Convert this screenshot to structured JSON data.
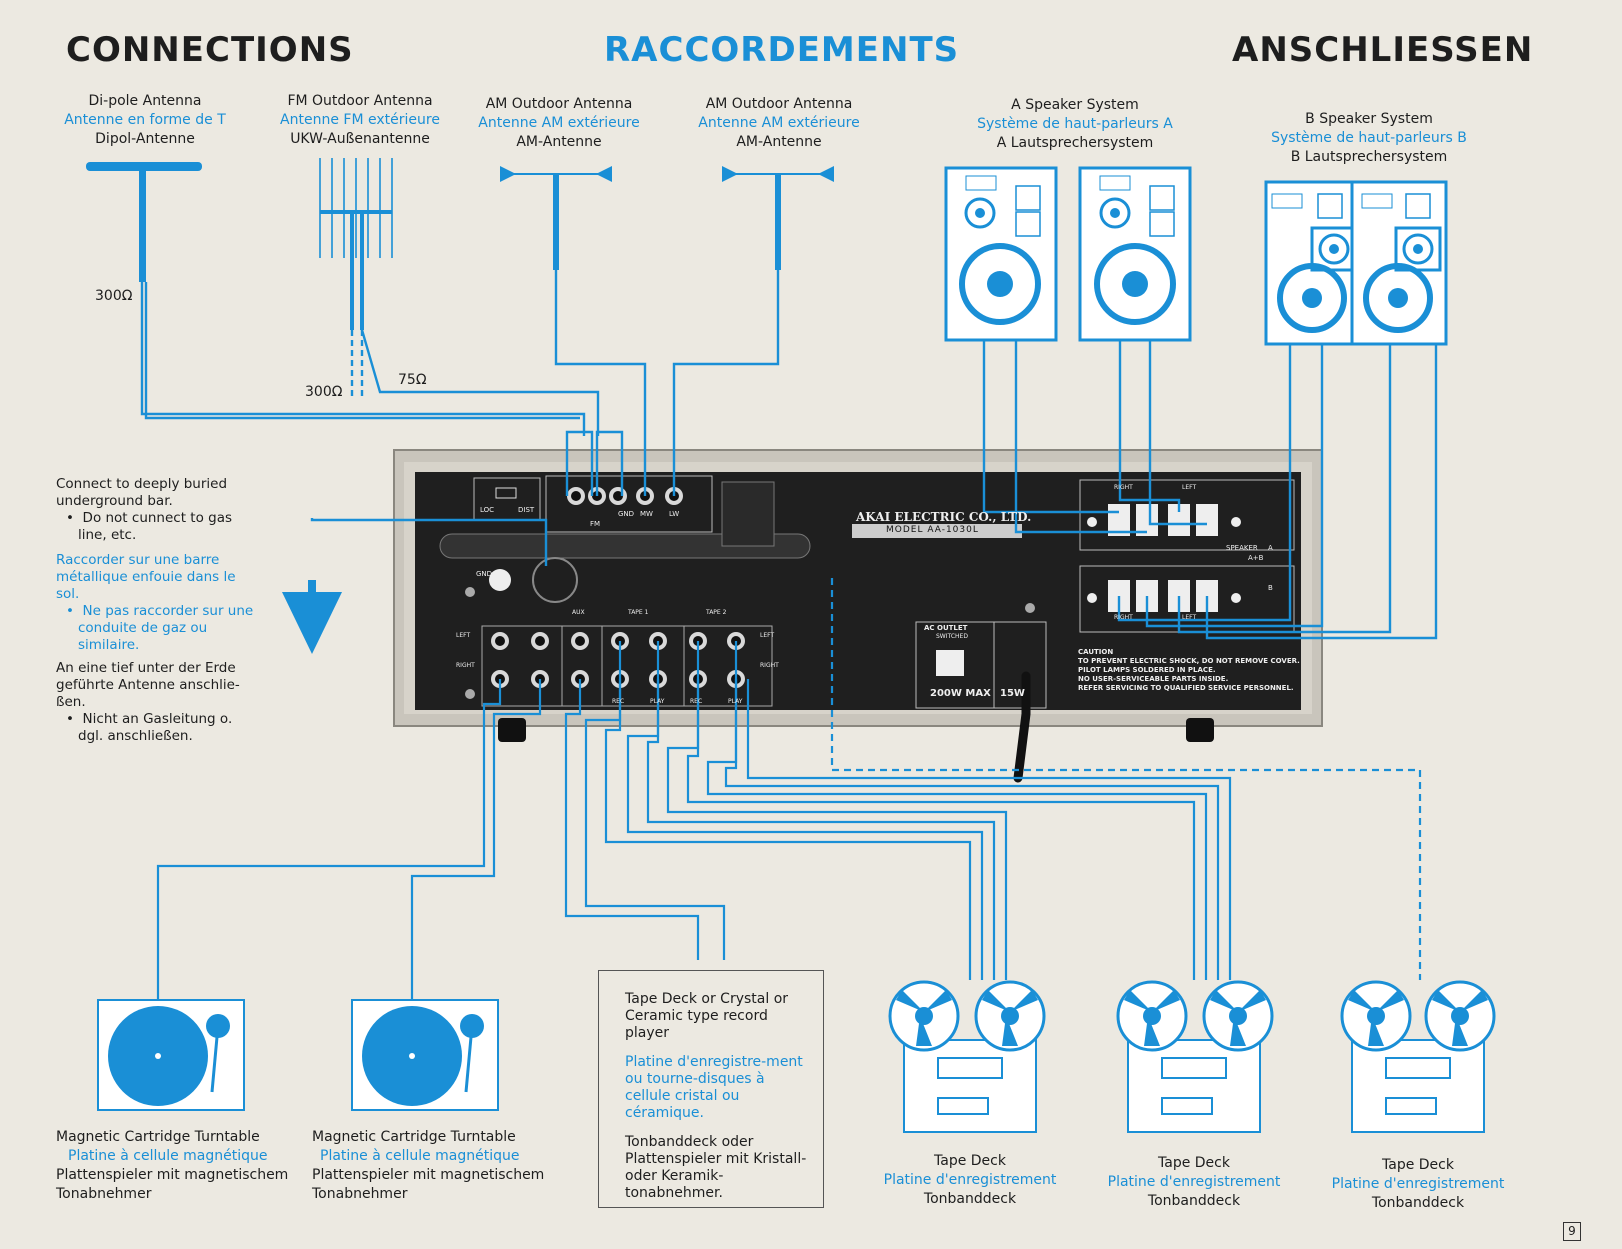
{
  "headings": {
    "en": "CONNECTIONS",
    "fr": "RACCORDEMENTS",
    "de": "ANSCHLIESSEN"
  },
  "antennas": {
    "dipole": {
      "en": "Di-pole Antenna",
      "fr": "Antenne en forme de T",
      "de": "Dipol-Antenne",
      "impedance": "300Ω"
    },
    "fm_outdoor": {
      "en": "FM Outdoor Antenna",
      "fr": "Antenne FM extérieure",
      "de": "UKW-Außenantenne",
      "impedance_a": "300Ω",
      "impedance_b": "75Ω"
    },
    "am_outdoor_1": {
      "en": "AM Outdoor Antenna",
      "fr": "Antenne AM extérieure",
      "de": "AM-Antenne"
    },
    "am_outdoor_2": {
      "en": "AM Outdoor Antenna",
      "fr": "Antenne AM extérieure",
      "de": "AM-Antenne"
    }
  },
  "speakers": {
    "a": {
      "en": "A Speaker System",
      "fr": "Système de haut-parleurs A",
      "de": "A Lautsprechersystem"
    },
    "b": {
      "en": "B Speaker System",
      "fr": "Système de haut-parleurs B",
      "de": "B Lautsprechersystem"
    }
  },
  "ground_note": {
    "en": "Connect to deeply buried underground bar.",
    "en_bullet": "Do not cunnect to gas line, etc.",
    "fr": "Raccorder sur une barre métallique enfouie dans le sol.",
    "fr_bullet": "Ne pas raccorder sur une conduite de gaz ou similaire.",
    "de": "An eine tief unter der Erde geführte Antenne anschlie-ßen.",
    "de_bullet": "Nicht an Gasleitung o. dgl. anschließen."
  },
  "panel": {
    "brand": "AKAI ELECTRIC CO., LTD.",
    "model": "MODEL AA-1030L",
    "ac_outlet": "AC OUTLET",
    "switched": "SWITCHED",
    "ac_rating": "200W MAX",
    "ac_rating_2": "15W",
    "caution_title": "CAUTION",
    "caution_lines": [
      "TO PREVENT ELECTRIC SHOCK, DO NOT REMOVE COVER.",
      "PILOT LAMPS SOLDERED IN PLACE.",
      "NO USER-SERVICEABLE PARTS INSIDE.",
      "REFER SERVICING TO QUALIFIED SERVICE PERSONNEL."
    ],
    "loc": "LOC",
    "dist": "DIST",
    "fm": "FM",
    "gnd": "GND",
    "mw": "MW",
    "lw": "LW",
    "left": "LEFT",
    "right": "RIGHT",
    "aux": "AUX",
    "tape1": "TAPE 1",
    "tape2": "TAPE 2",
    "rec": "REC",
    "play": "PLAY",
    "speaker": "SPEAKER",
    "speaker_a": "A",
    "speaker_b": "B",
    "speaker_ab": "A+B"
  },
  "turntables": [
    {
      "en": "Magnetic Cartridge Turntable",
      "fr": "Platine à cellule magnétique",
      "de1": "Plattenspieler mit magnetischem",
      "de2": "Tonabnehmer"
    },
    {
      "en": "Magnetic Cartridge Turntable",
      "fr": "Platine à cellule magnétique",
      "de1": "Plattenspieler mit magnetischem",
      "de2": "Tonabnehmer"
    }
  ],
  "aux_box": {
    "en": "Tape Deck or Crystal or Ceramic type record player",
    "fr": "Platine d'enregistre-ment ou tourne-disques à cellule cristal ou céramique.",
    "de": "Tonbanddeck oder Plattenspieler mit Kristall-oder Keramik-tonabnehmer."
  },
  "tape_decks": [
    {
      "en": "Tape Deck",
      "fr": "Platine d'enregistrement",
      "de": "Tonbanddeck"
    },
    {
      "en": "Tape Deck",
      "fr": "Platine d'enregistrement",
      "de": "Tonbanddeck"
    },
    {
      "en": "Tape Deck",
      "fr": "Platine d'enregistrement",
      "de": "Tonbanddeck"
    }
  ],
  "page_number": "9",
  "colors": {
    "accent_blue": "#1a8fd6",
    "panel_dark": "#1f1f1f",
    "paper": "#ece9e1"
  }
}
